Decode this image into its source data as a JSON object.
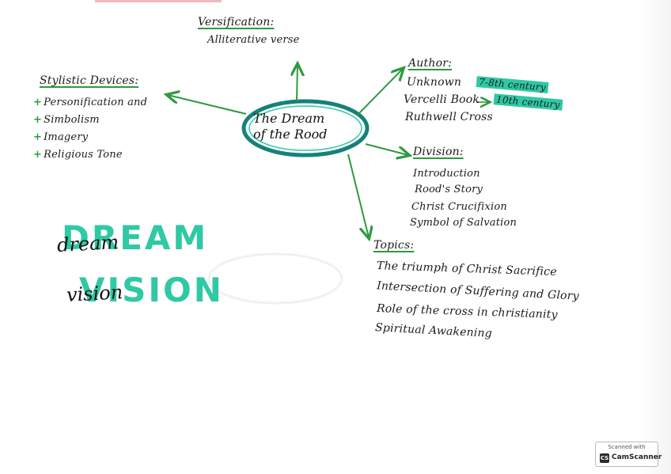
{
  "center": {
    "line1": "The Dream",
    "line2": "of the Rood"
  },
  "versification": {
    "title": "Versification:",
    "items": [
      "Alliterative verse"
    ]
  },
  "stylistic": {
    "title": "Stylistic Devices:",
    "items": [
      "Personification and",
      "Simbolism",
      "Imagery",
      "Religious Tone"
    ]
  },
  "author": {
    "title": "Author:",
    "unknown": "Unknown",
    "unknown_note": "7-8th century",
    "vercelli": "Vercelli Book",
    "vercelli_note": "10th century",
    "ruthwell": "Ruthwell Cross"
  },
  "division": {
    "title": "Division:",
    "items": [
      "Introduction",
      "Rood's Story",
      "Christ Crucifixion",
      "Symbol of Salvation"
    ]
  },
  "topics": {
    "title": "Topics:",
    "items": [
      "The triumph of Christ Sacrifice",
      "Intersection of Suffering and Glory",
      "Role of the cross in christianity",
      "Spiritual Awakening"
    ]
  },
  "genre": {
    "dream_teal": "DREAM",
    "dream_ink": "dream",
    "vision_teal": "VISION",
    "vision_ink": "vision"
  },
  "scanner": {
    "top": "Scanned with",
    "logo": "CS",
    "name": "CamScanner"
  },
  "colors": {
    "ink": "#1b1b1b",
    "arrow": "#2d9a3f",
    "highlight": "#2fc9a4",
    "oval": "#16817a"
  }
}
